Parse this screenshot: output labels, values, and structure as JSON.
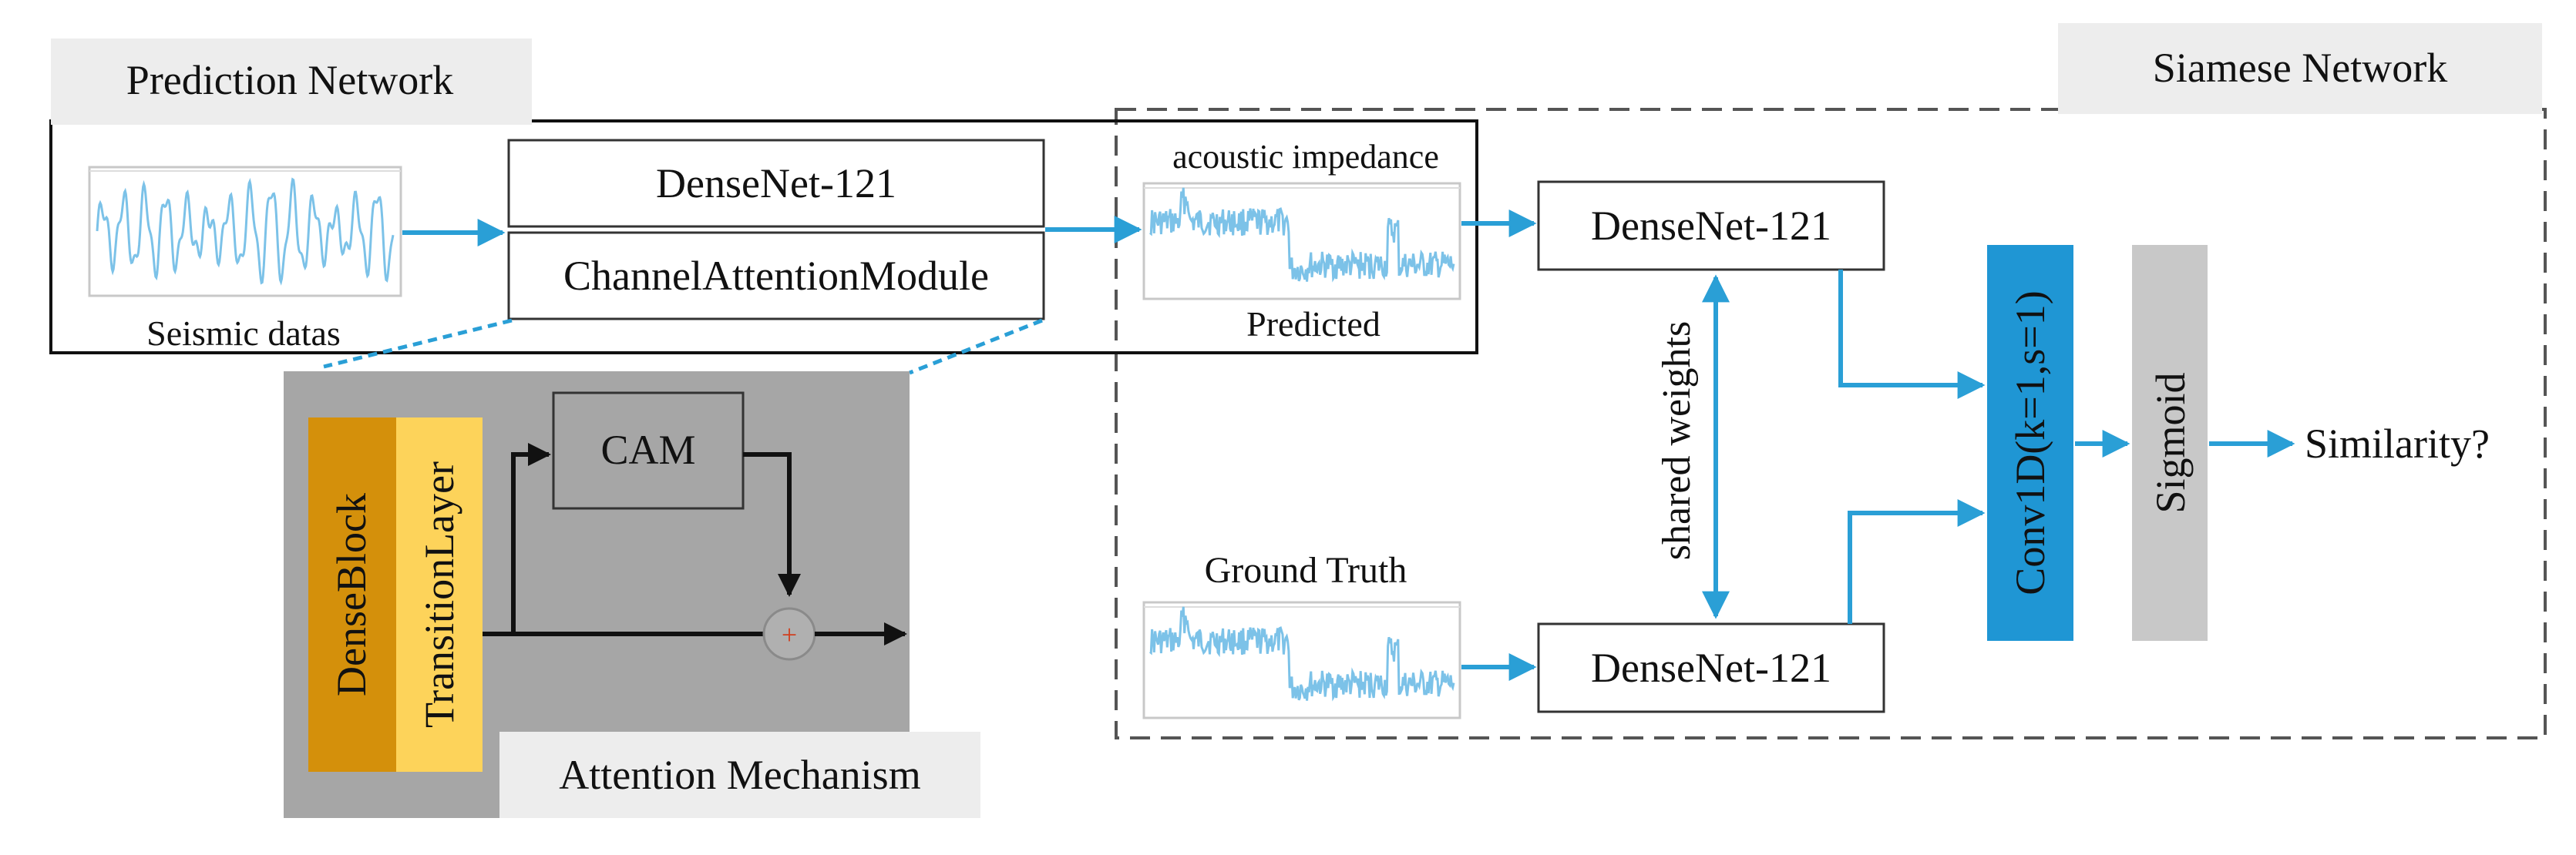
{
  "colors": {
    "arrow_blue": "#2a9fd6",
    "signal_blue": "#7cc2e8",
    "panel_gray": "#a6a6a6",
    "label_box_gray": "#ededed",
    "dense_block": "#d4900b",
    "transition_layer": "#fdd35a",
    "conv_blue": "#1f96d4",
    "sigmoid_gray": "#c8c8c8"
  },
  "prediction": {
    "title": "Prediction Network",
    "input_caption": "Seismic datas",
    "densenet_label": "DenseNet-121",
    "cam_module_label": "ChannelAttentionModule"
  },
  "attention": {
    "title": "Attention Mechanism",
    "dense_block": "DenseBlock",
    "transition_layer": "TransitionLayer",
    "cam": "CAM",
    "add_symbol": "+"
  },
  "siamese": {
    "title": "Siamese Network",
    "predicted_top_caption": "acoustic impedance",
    "predicted_bottom_caption": "Predicted",
    "ground_truth_caption": "Ground Truth",
    "densenet_top": "DenseNet-121",
    "densenet_bottom": "DenseNet-121",
    "shared_weights": "shared weights",
    "conv": "Conv1D(k=1,s=1)",
    "sigmoid": "Sigmoid",
    "output": "Similarity?"
  }
}
